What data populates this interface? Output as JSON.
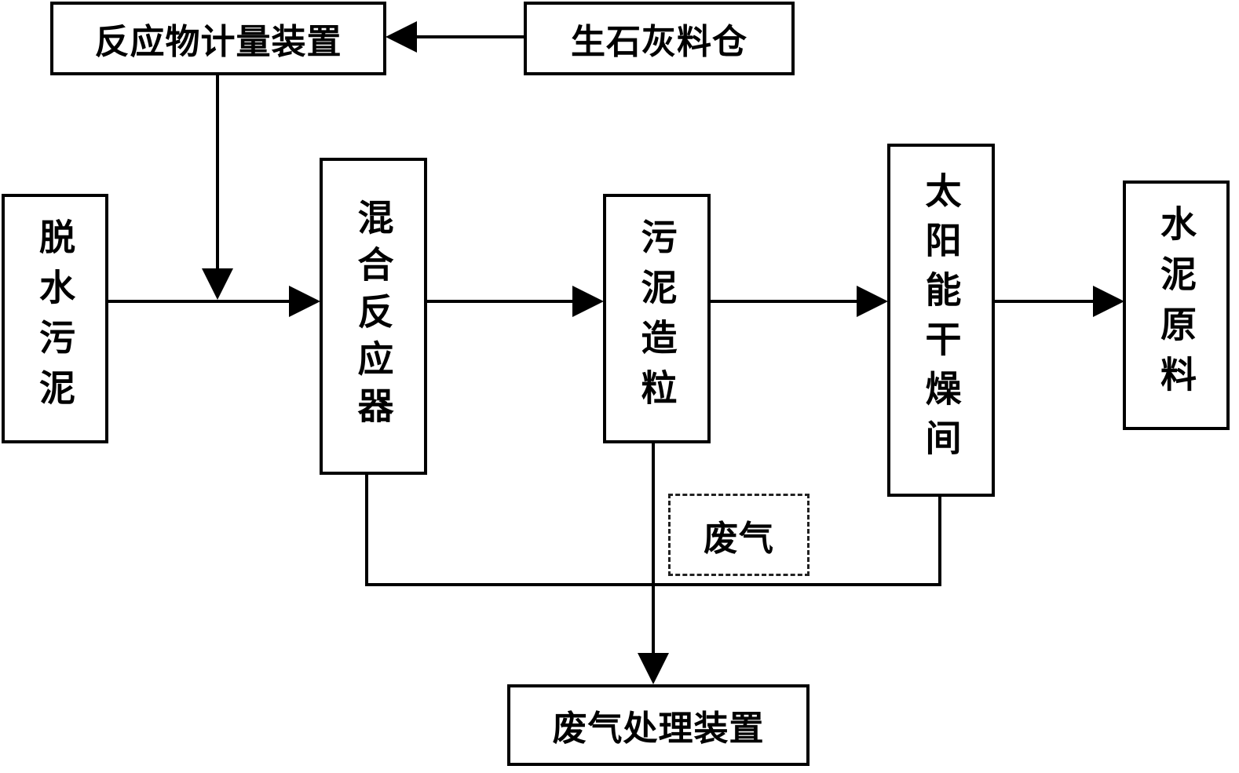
{
  "nodes": {
    "reactant_metering": "反应物计量装置",
    "quicklime_silo": "生石灰料仓",
    "dewatered_sludge": "脱水污泥",
    "mixing_reactor": "混合反应器",
    "sludge_granulation": "污泥造粒",
    "solar_drying_room": "太阳能干燥间",
    "cement_raw_material": "水泥原料",
    "exhaust_gas": "废气",
    "exhaust_treatment": "废气处理装置"
  },
  "colors": {
    "line": "#000000",
    "box_border": "#000000",
    "dashed_border": "#222222",
    "background": "#ffffff"
  }
}
